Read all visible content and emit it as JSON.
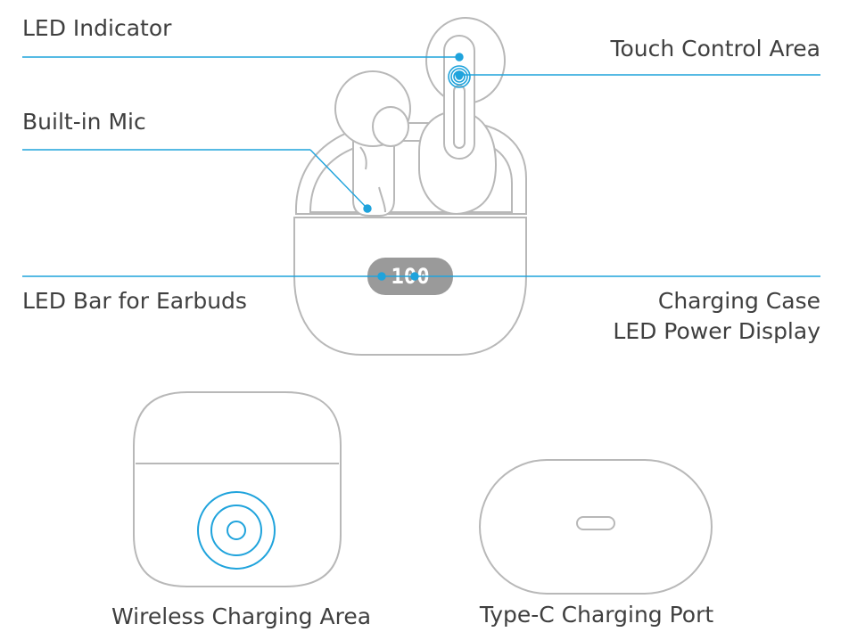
{
  "labels": {
    "led_indicator": "LED Indicator",
    "touch_control_area": "Touch Control Area",
    "built_in_mic": "Built-in Mic",
    "led_bar_for_earbuds": "LED Bar for Earbuds",
    "charging_case_line1": "Charging Case",
    "charging_case_line2": "LED Power Display",
    "wireless_charging_area": "Wireless Charging Area",
    "type_c_charging_port": "Type-C Charging Port"
  },
  "colors": {
    "outline": "#b8b8b8",
    "accent": "#1fa3dc",
    "text": "#3f3f3f",
    "display_bg": "#9a9a9a"
  }
}
